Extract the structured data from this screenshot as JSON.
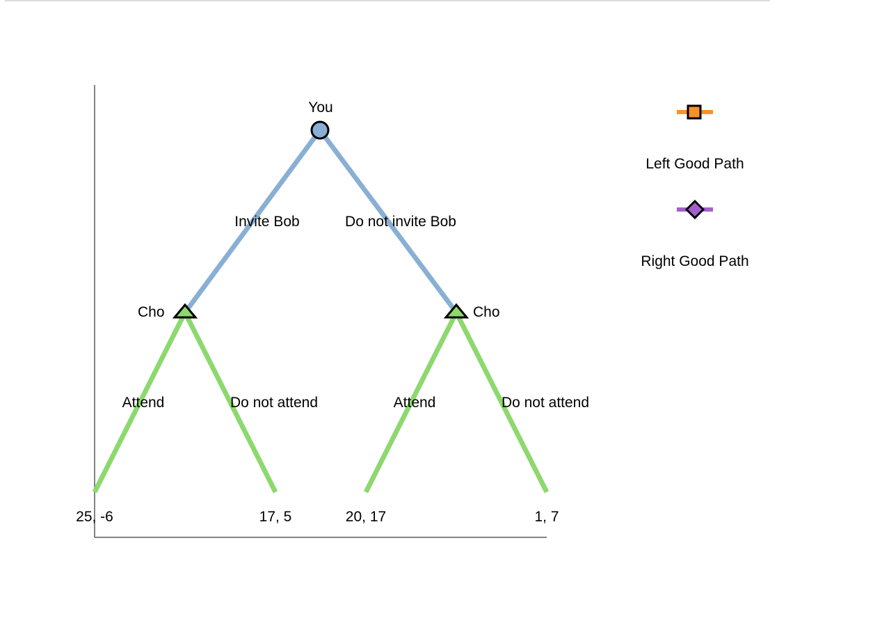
{
  "diagram": {
    "type": "game-tree",
    "root": {
      "label": "You",
      "shape": "circle",
      "color": "#8aafd4"
    },
    "edges_level1": [
      {
        "label": "Invite Bob",
        "color": "#8aafd4"
      },
      {
        "label": "Do not invite Bob",
        "color": "#8aafd4"
      }
    ],
    "nodes_level1": [
      {
        "label": "Cho",
        "shape": "triangle",
        "color": "#8dd86f"
      },
      {
        "label": "Cho",
        "shape": "triangle",
        "color": "#8dd86f"
      }
    ],
    "edges_level2": [
      {
        "label": "Attend",
        "color": "#8dd86f"
      },
      {
        "label": "Do not attend",
        "color": "#8dd86f"
      },
      {
        "label": "Attend",
        "color": "#8dd86f"
      },
      {
        "label": "Do not attend",
        "color": "#8dd86f"
      }
    ],
    "payoffs": [
      "25, -6",
      "17, 5",
      "20, 17",
      "1, 7"
    ]
  },
  "legend": {
    "items": [
      {
        "label": "Left Good Path",
        "marker": "square-marker-icon",
        "color": "#f7922a"
      },
      {
        "label": "Right Good Path",
        "marker": "diamond-marker-icon",
        "color": "#a45ecf"
      }
    ]
  }
}
